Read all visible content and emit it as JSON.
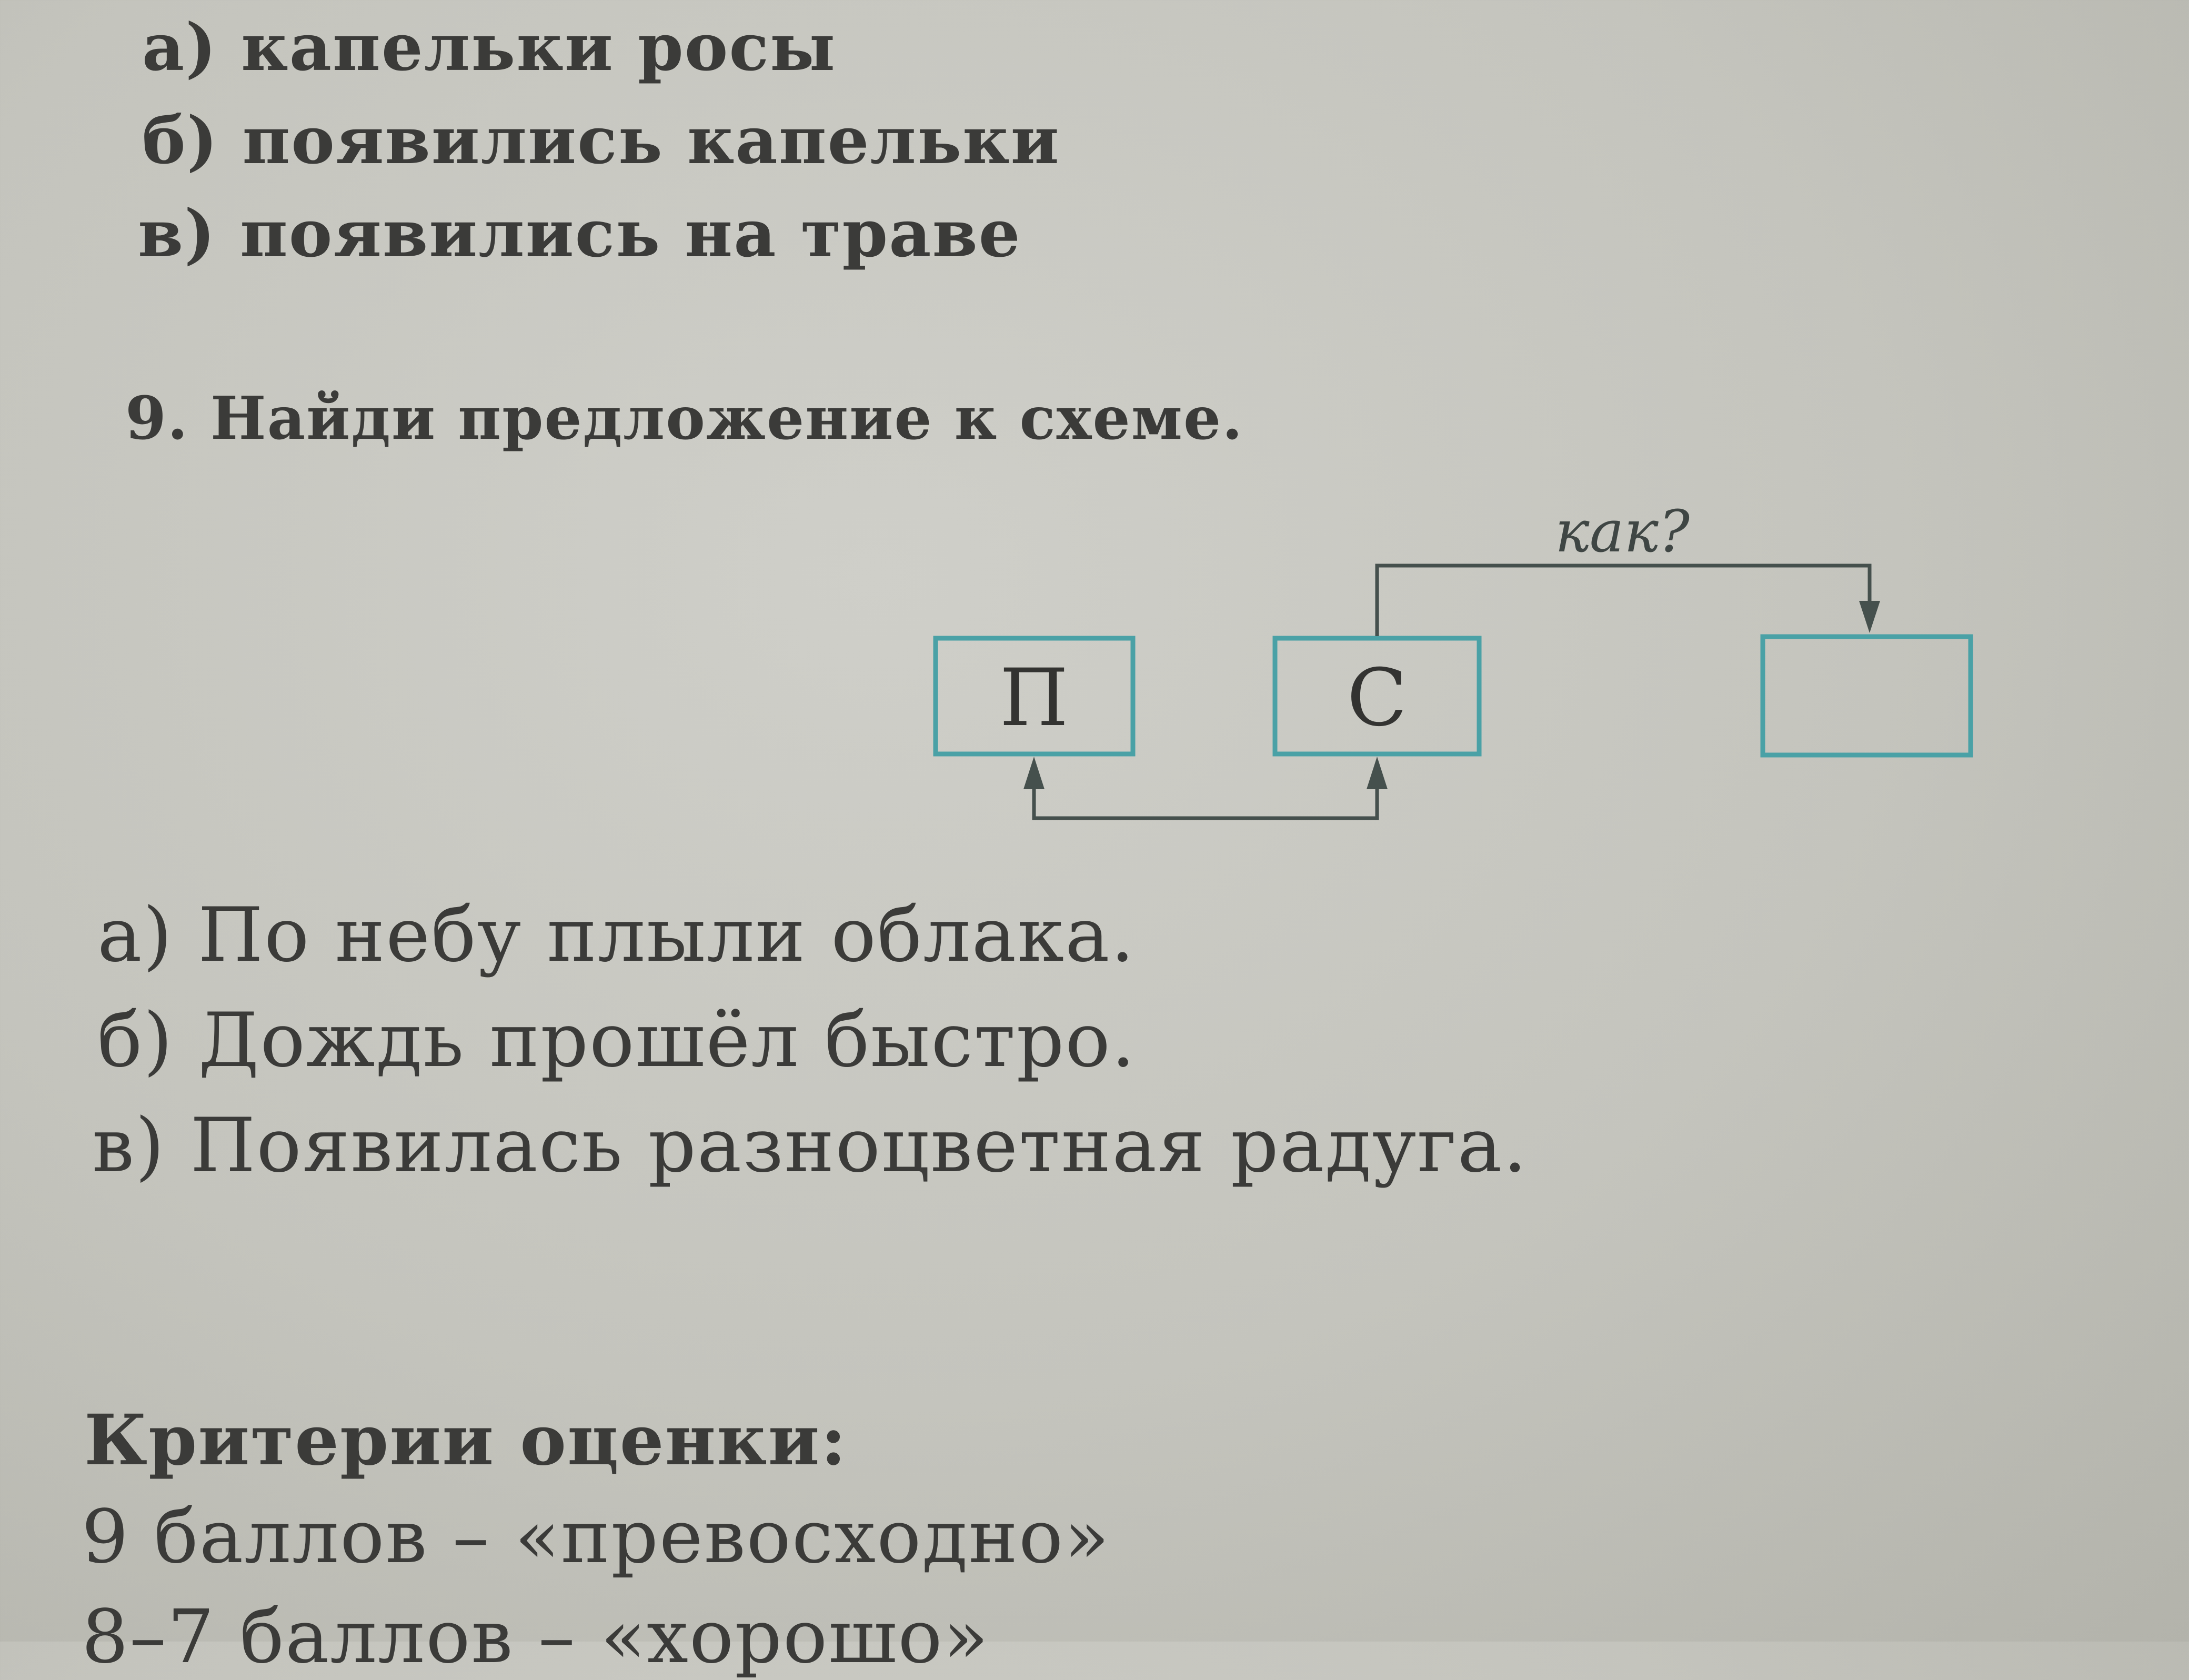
{
  "prev_options": [
    "а) капельки росы",
    "б) появились капельки",
    "в) появились на траве"
  ],
  "task": {
    "title": "9. Найди предложение к схеме.",
    "scheme": {
      "box1": "П",
      "box2": "С",
      "box3": "",
      "question": "как?"
    },
    "options": [
      "а) По небу плыли облака.",
      "б) Дождь прошёл быстро.",
      "в) Появилась разноцветная радуга."
    ]
  },
  "criteria": {
    "title": "Критерии оценки:",
    "lines": [
      "9 баллов – «превосходно»",
      "8–7 баллов – «хорошо»"
    ]
  },
  "colors": {
    "box_stroke": "#4aa1a6",
    "connector": "#45504d",
    "text": "#3b3b39"
  }
}
